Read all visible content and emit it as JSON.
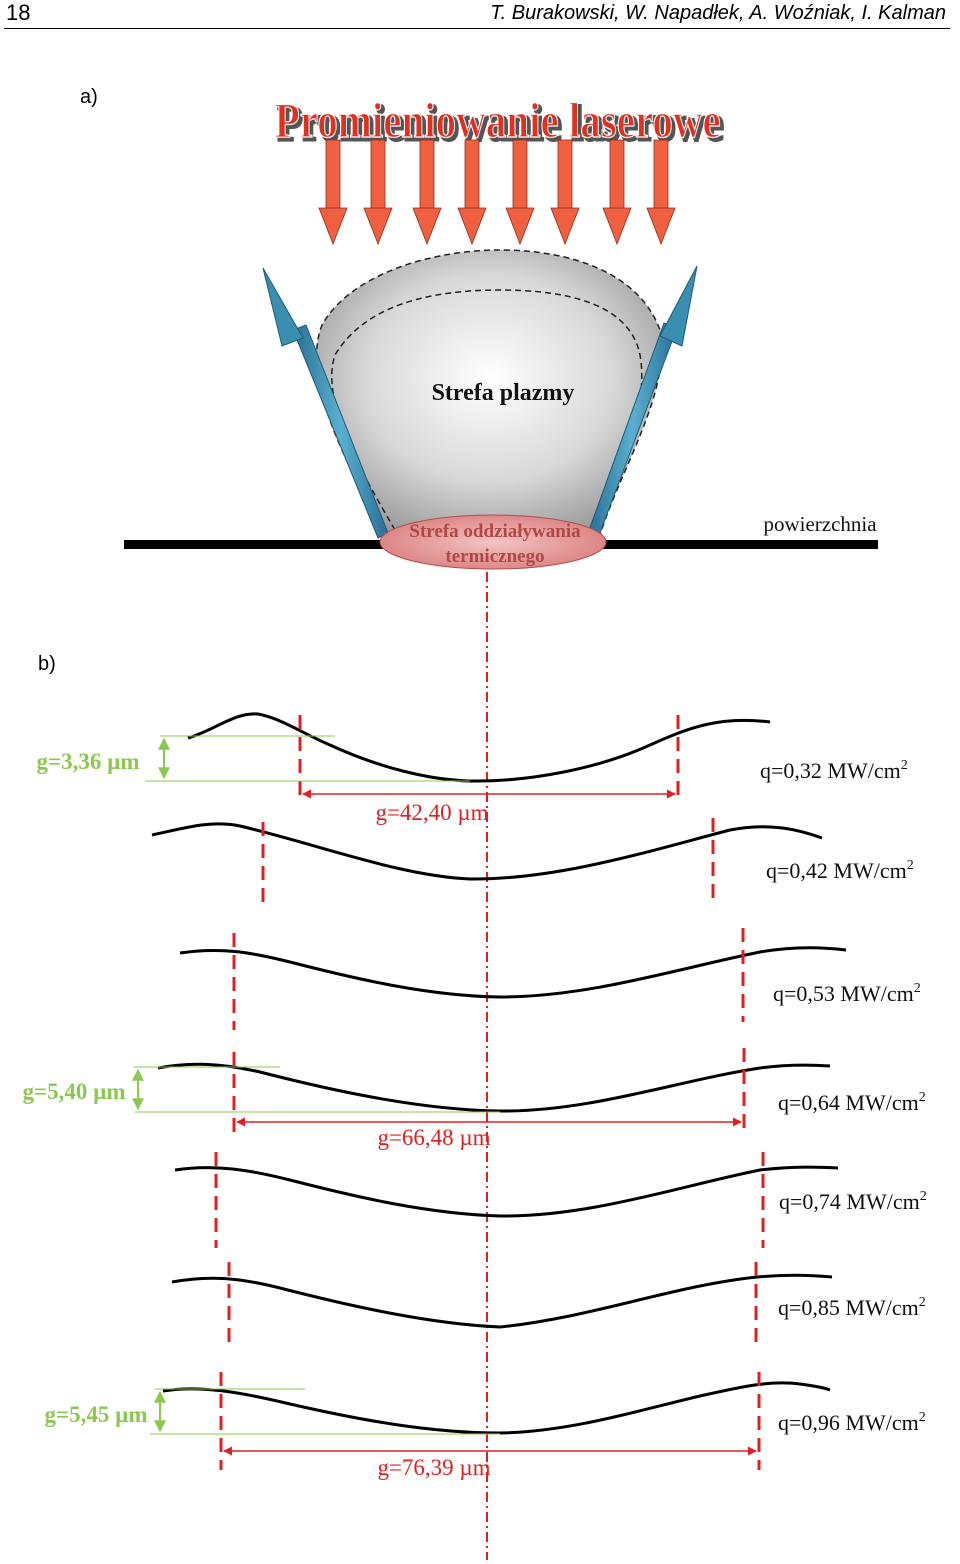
{
  "header": {
    "page_number": "18",
    "authors": "T. Burakowski, W. Napadłek, A. Woźniak, I. Kalman"
  },
  "part_a": {
    "label": "a)",
    "title": "Promieniowanie laserowe",
    "plasma_label": "Strefa plazmy",
    "thermal_label_line1": "Strefa oddziaływania",
    "thermal_label_line2": "termicznego",
    "surface_label": "powierzchnia"
  },
  "part_b": {
    "label": "b)",
    "depth_labels": [
      "g=3,36 µm",
      "g=5,40 µm",
      "g=5,45 µm"
    ],
    "width_labels": [
      "g=42,40 µm",
      "g=66,48 µm",
      "g=76,39 µm"
    ],
    "profiles": [
      {
        "q_label": "q=0,32 MW/cm",
        "sup": "2"
      },
      {
        "q_label": "q=0,42 MW/cm",
        "sup": "2"
      },
      {
        "q_label": "q=0,53 MW/cm",
        "sup": "2"
      },
      {
        "q_label": "q=0,64 MW/cm",
        "sup": "2"
      },
      {
        "q_label": "q=0,74 MW/cm",
        "sup": "2"
      },
      {
        "q_label": "q=0,85 MW/cm",
        "sup": "2"
      },
      {
        "q_label": "q=0,96 MW/cm",
        "sup": "2"
      }
    ]
  },
  "colors": {
    "laser_arrow": "#f06040",
    "reflect_arrow": "#3a8fb0",
    "measure_red": "#e02020",
    "depth_green": "#8cc850",
    "title_fill": "#e03020"
  }
}
